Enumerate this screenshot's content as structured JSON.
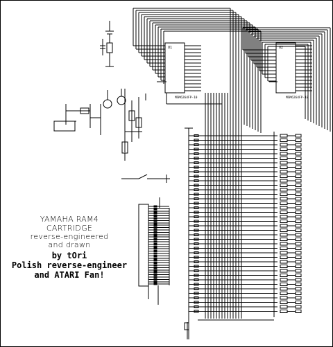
{
  "caption": {
    "line1": "YAMAHA RAM4",
    "line2": "CARTRIDGE",
    "line3": "reverse-engineered",
    "line4": "and drawn",
    "line5": "by tOri",
    "line6": "Polish reverse-engineer",
    "line7": "and ATARI Fan!"
  },
  "schematic": {
    "chips": [
      {
        "ref": "U1",
        "part": "MSM6264FP-10"
      },
      {
        "ref": "U2",
        "part": "MSM6264FP-10"
      }
    ],
    "line_color": "#000000",
    "background": "#ffffff"
  }
}
